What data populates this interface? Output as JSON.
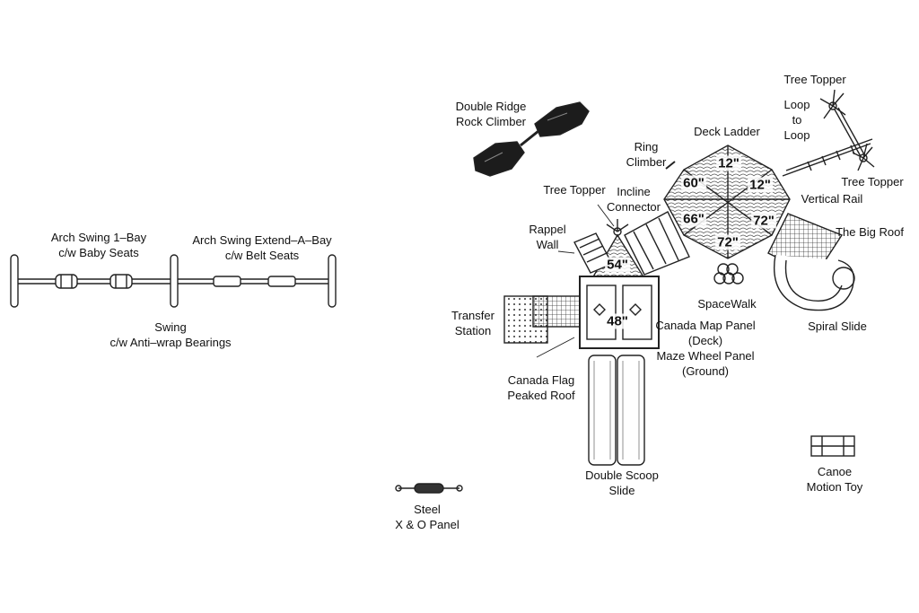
{
  "labels": {
    "arch_swing_1bay": [
      "Arch Swing 1–Bay",
      "c/w Baby Seats"
    ],
    "arch_swing_extend": [
      "Arch Swing Extend–A–Bay",
      "c/w Belt Seats"
    ],
    "swing": [
      "Swing",
      "c/w Anti–wrap Bearings"
    ],
    "double_ridge": [
      "Double Ridge",
      "Rock Climber"
    ],
    "ring_climber": [
      "Ring",
      "Climber"
    ],
    "deck_ladder": [
      "Deck Ladder"
    ],
    "tree_topper_top": [
      "Tree Topper"
    ],
    "loop_to_loop": [
      "Loop",
      "to",
      "Loop"
    ],
    "tree_topper_right": [
      "Tree Topper"
    ],
    "tree_topper_left": [
      "Tree Topper"
    ],
    "incline_connector": [
      "Incline",
      "Connector"
    ],
    "vertical_rail": [
      "Vertical Rail"
    ],
    "rappel_wall": [
      "Rappel",
      "Wall"
    ],
    "big_roof": [
      "The Big Roof"
    ],
    "spacewalk": [
      "SpaceWalk"
    ],
    "spiral_slide": [
      "Spiral Slide"
    ],
    "transfer_station": [
      "Transfer",
      "Station"
    ],
    "canada_map": [
      "Canada Map Panel",
      "(Deck)",
      "Maze Wheel Panel",
      "(Ground)"
    ],
    "canada_flag": [
      "Canada Flag",
      "Peaked Roof"
    ],
    "double_scoop": [
      "Double Scoop",
      "Slide"
    ],
    "canoe": [
      "Canoe",
      "Motion Toy"
    ],
    "steel_xo": [
      "Steel",
      "X & O Panel"
    ]
  },
  "deck_heights": {
    "hex_top": "12\"",
    "hex_upper_left": "60\"",
    "hex_upper_right": "12\"",
    "hex_lower_left": "66\"",
    "hex_lower_right": "72\"",
    "hex_bottom": "72\"",
    "triangle": "54\"",
    "main_deck": "48\""
  }
}
